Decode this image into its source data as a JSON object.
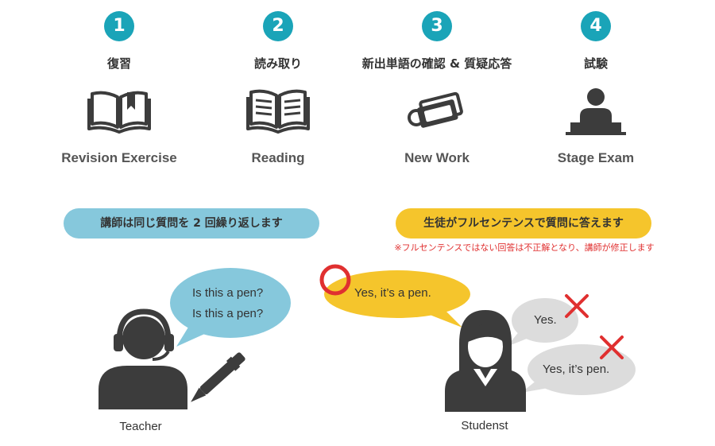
{
  "steps": [
    {
      "number": "1",
      "jp": "復習",
      "en": "Revision Exercise",
      "icon": "open-book-icon"
    },
    {
      "number": "2",
      "jp": "読み取り",
      "en": "Reading",
      "icon": "book-text-icon"
    },
    {
      "number": "3",
      "jp": "新出単語の確認 & 質疑応答",
      "en": "New Work",
      "icon": "word-cards-icon"
    },
    {
      "number": "4",
      "jp": "試験",
      "en": "Stage Exam",
      "icon": "exam-desk-icon"
    }
  ],
  "teacher": {
    "pill": "講師は同じ質問を 2 回繰り返します",
    "question_1": "Is this a pen?",
    "question_2": "Is this a pen?",
    "label": "Teacher"
  },
  "student": {
    "pill": "生徒がフルセンテンスで質問に答えます",
    "note": "※フルセンテンスではない回答は不正解となり、講師が修正します",
    "correct_answer": "Yes, it’s a pen.",
    "wrong_answer_1": "Yes.",
    "wrong_answer_2": "Yes, it’s pen.",
    "label": "Studenst"
  },
  "colors": {
    "teal": "#1aa4b8",
    "blue_pill": "#86c8dc",
    "yellow": "#f5c52c",
    "red": "#e03030",
    "grey_bubble": "#dcdcdc",
    "icon": "#3c3c3c"
  }
}
